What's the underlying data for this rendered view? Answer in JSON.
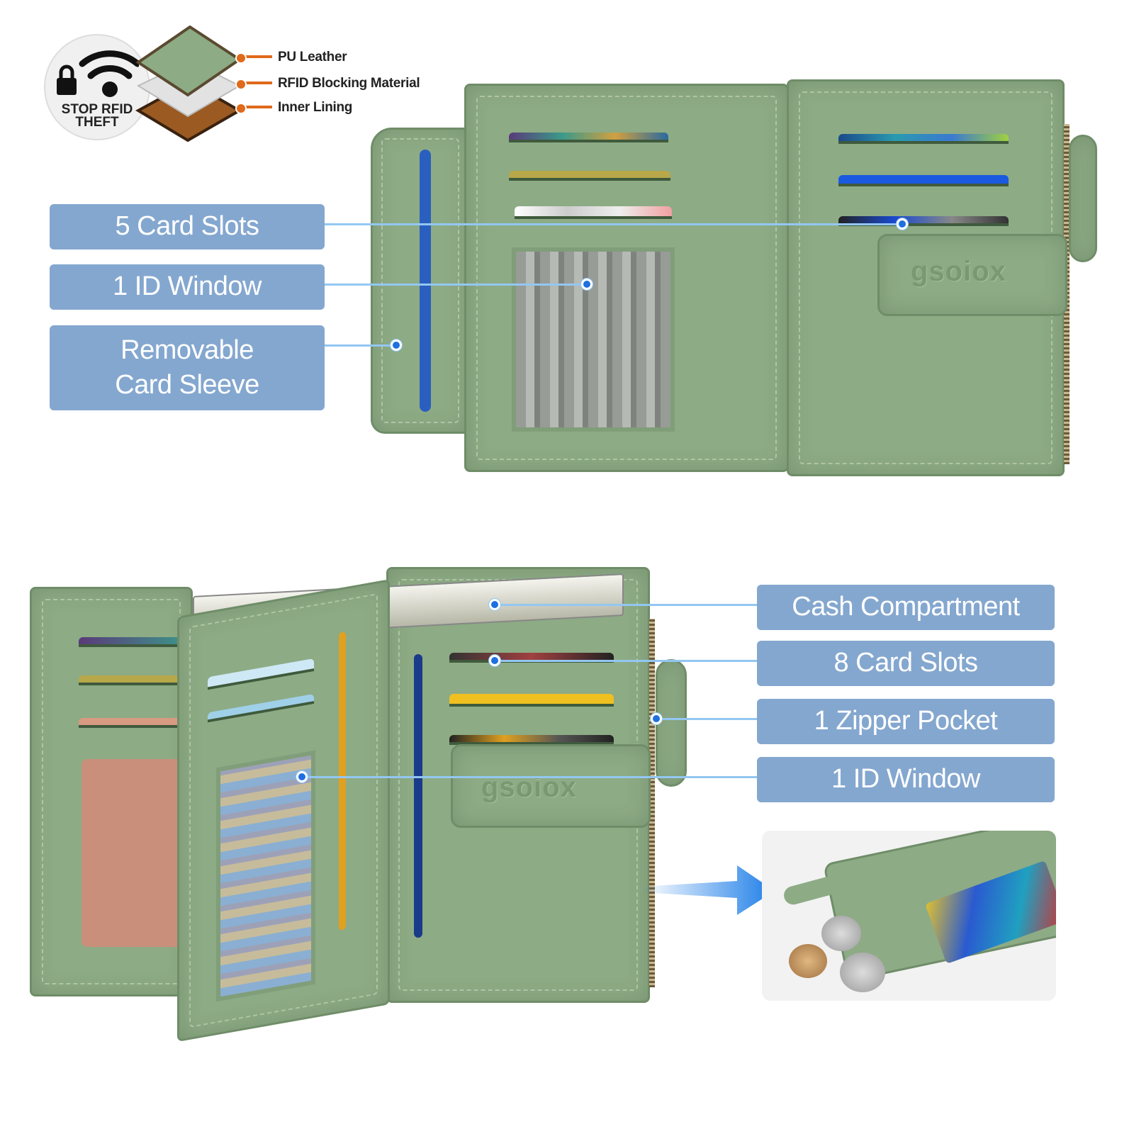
{
  "rfid_badge": {
    "text_line1": "STOP RFID",
    "text_line2": "THEFT"
  },
  "layers": [
    {
      "label": "PU Leather",
      "color": "#8dab85"
    },
    {
      "label": "RFID Blocking Material",
      "color": "#d9d9d9"
    },
    {
      "label": "Inner Lining",
      "color": "#9a5a22"
    }
  ],
  "top_callouts": [
    {
      "label": "5 Card Slots"
    },
    {
      "label": "1 ID Window"
    },
    {
      "label_line1": "Removable",
      "label_line2": "Card Sleeve"
    }
  ],
  "bottom_callouts": [
    {
      "label": "Cash Compartment"
    },
    {
      "label": "8 Card Slots"
    },
    {
      "label": "1 Zipper Pocket"
    },
    {
      "label": "1 ID Window"
    }
  ],
  "brand_logo": "gsoiox",
  "colors": {
    "leather": "#8dab85",
    "callout_box": "#84a7cf",
    "callout_line": "#93c7f2",
    "dot": "#1e6fe0",
    "arrow": "#1e7ee8"
  }
}
